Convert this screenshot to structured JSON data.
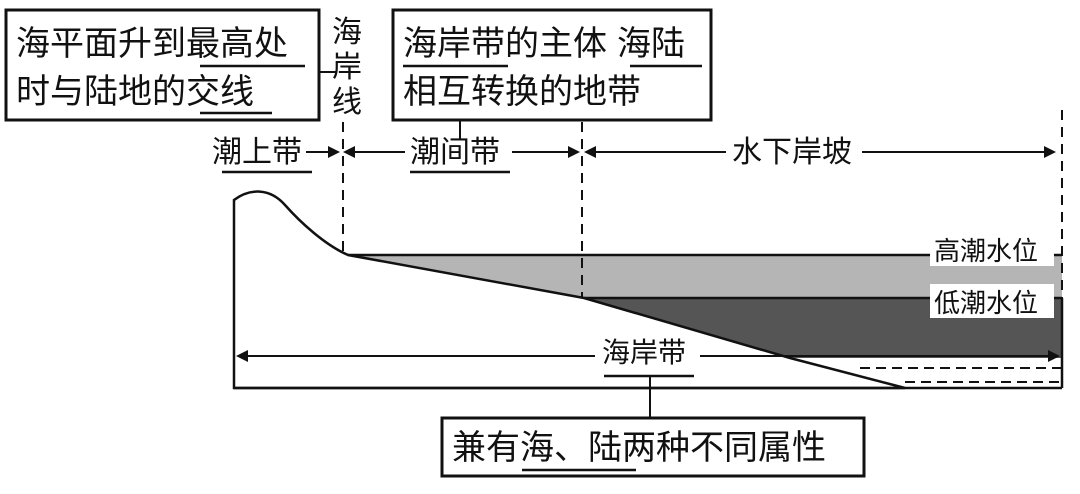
{
  "callouts": {
    "shoreline_def": {
      "line1_pre": "海平面升到",
      "line1_ul": "最高处",
      "line2_pre": "时与陆地的",
      "line2_ul": "交线"
    },
    "shoreline_label": [
      "海",
      "岸",
      "线"
    ],
    "intertidal_def": {
      "line1_ul_a": "海岸带",
      "line1_mid": "的主体",
      "line1_ul_b": "海陆",
      "line2": "相互转换的地带"
    },
    "coastal_def": {
      "pre": "兼有",
      "ul_a": "海",
      "sep": "、",
      "ul_b": "陆",
      "post": "两种不同属性"
    }
  },
  "zones": {
    "supratidal": "潮上带",
    "intertidal": "潮间带",
    "subtidal_slope": "水下岸坡",
    "coastal_zone": "海岸带"
  },
  "levels": {
    "high_tide": "高潮水位",
    "low_tide": "低潮水位"
  },
  "colors": {
    "line": "#111111",
    "intertidal_fill": "#b5b5b5",
    "water_fill": "#555555"
  }
}
